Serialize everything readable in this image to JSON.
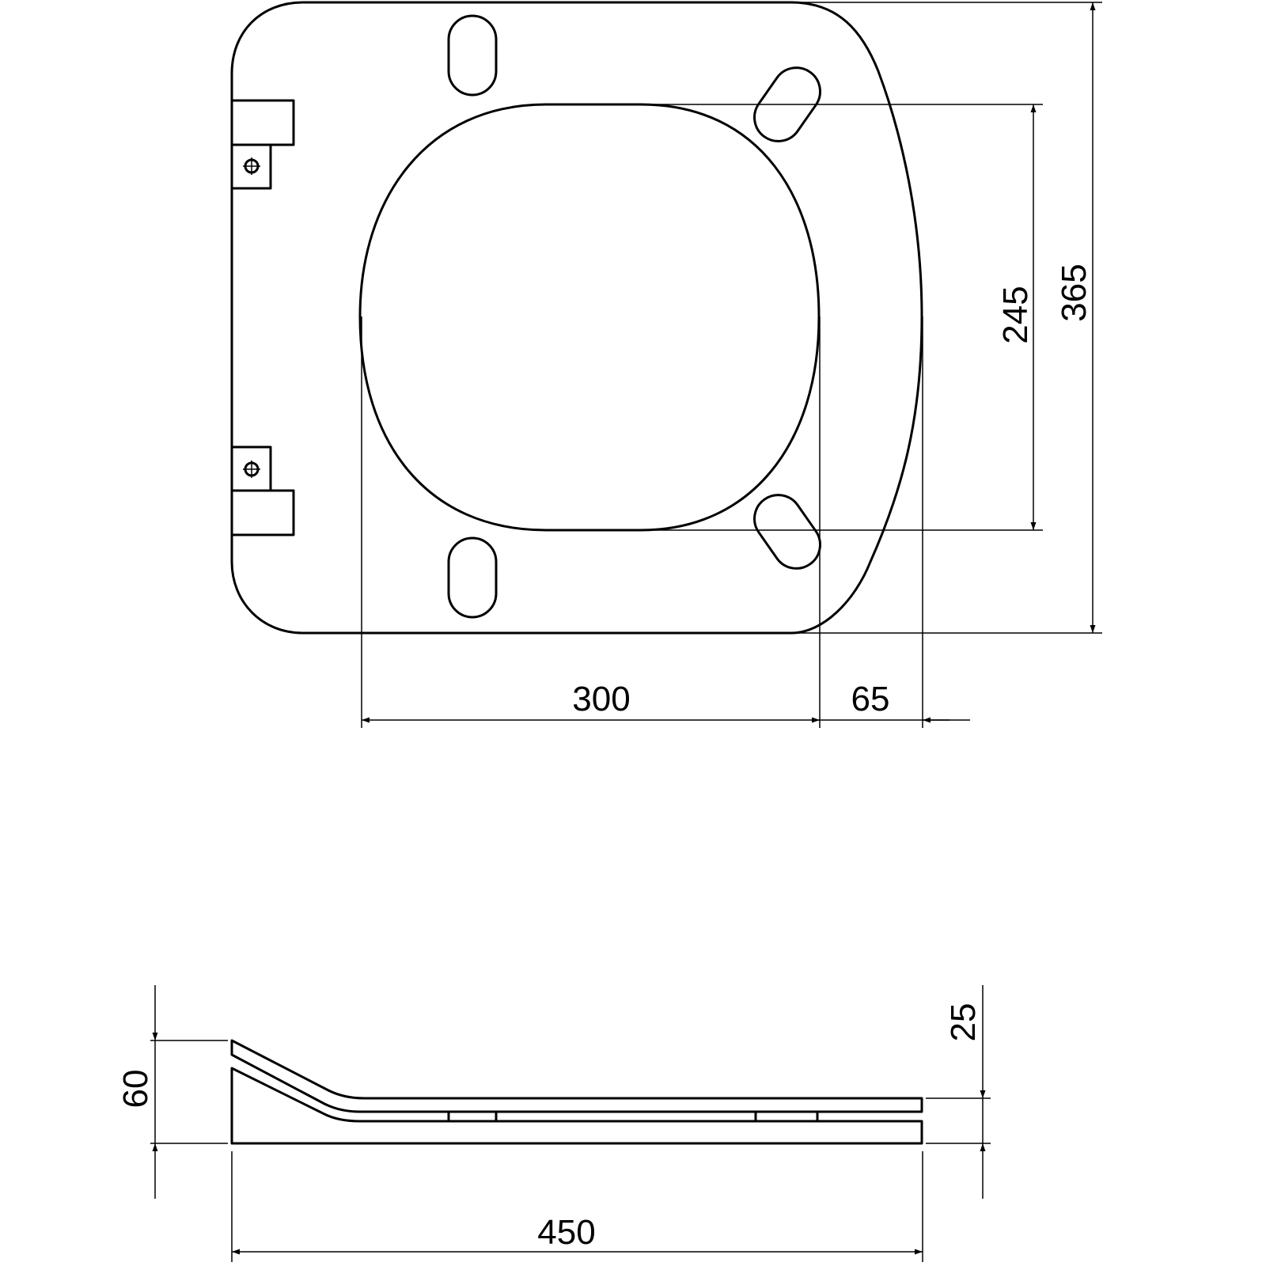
{
  "top_view": {
    "dimensions": {
      "opening_width": "300",
      "rim_offset": "65",
      "opening_length": "245",
      "overall_length": "365"
    }
  },
  "side_view": {
    "dimensions": {
      "overall_width": "450",
      "overall_height": "60",
      "plate_height": "25"
    }
  }
}
